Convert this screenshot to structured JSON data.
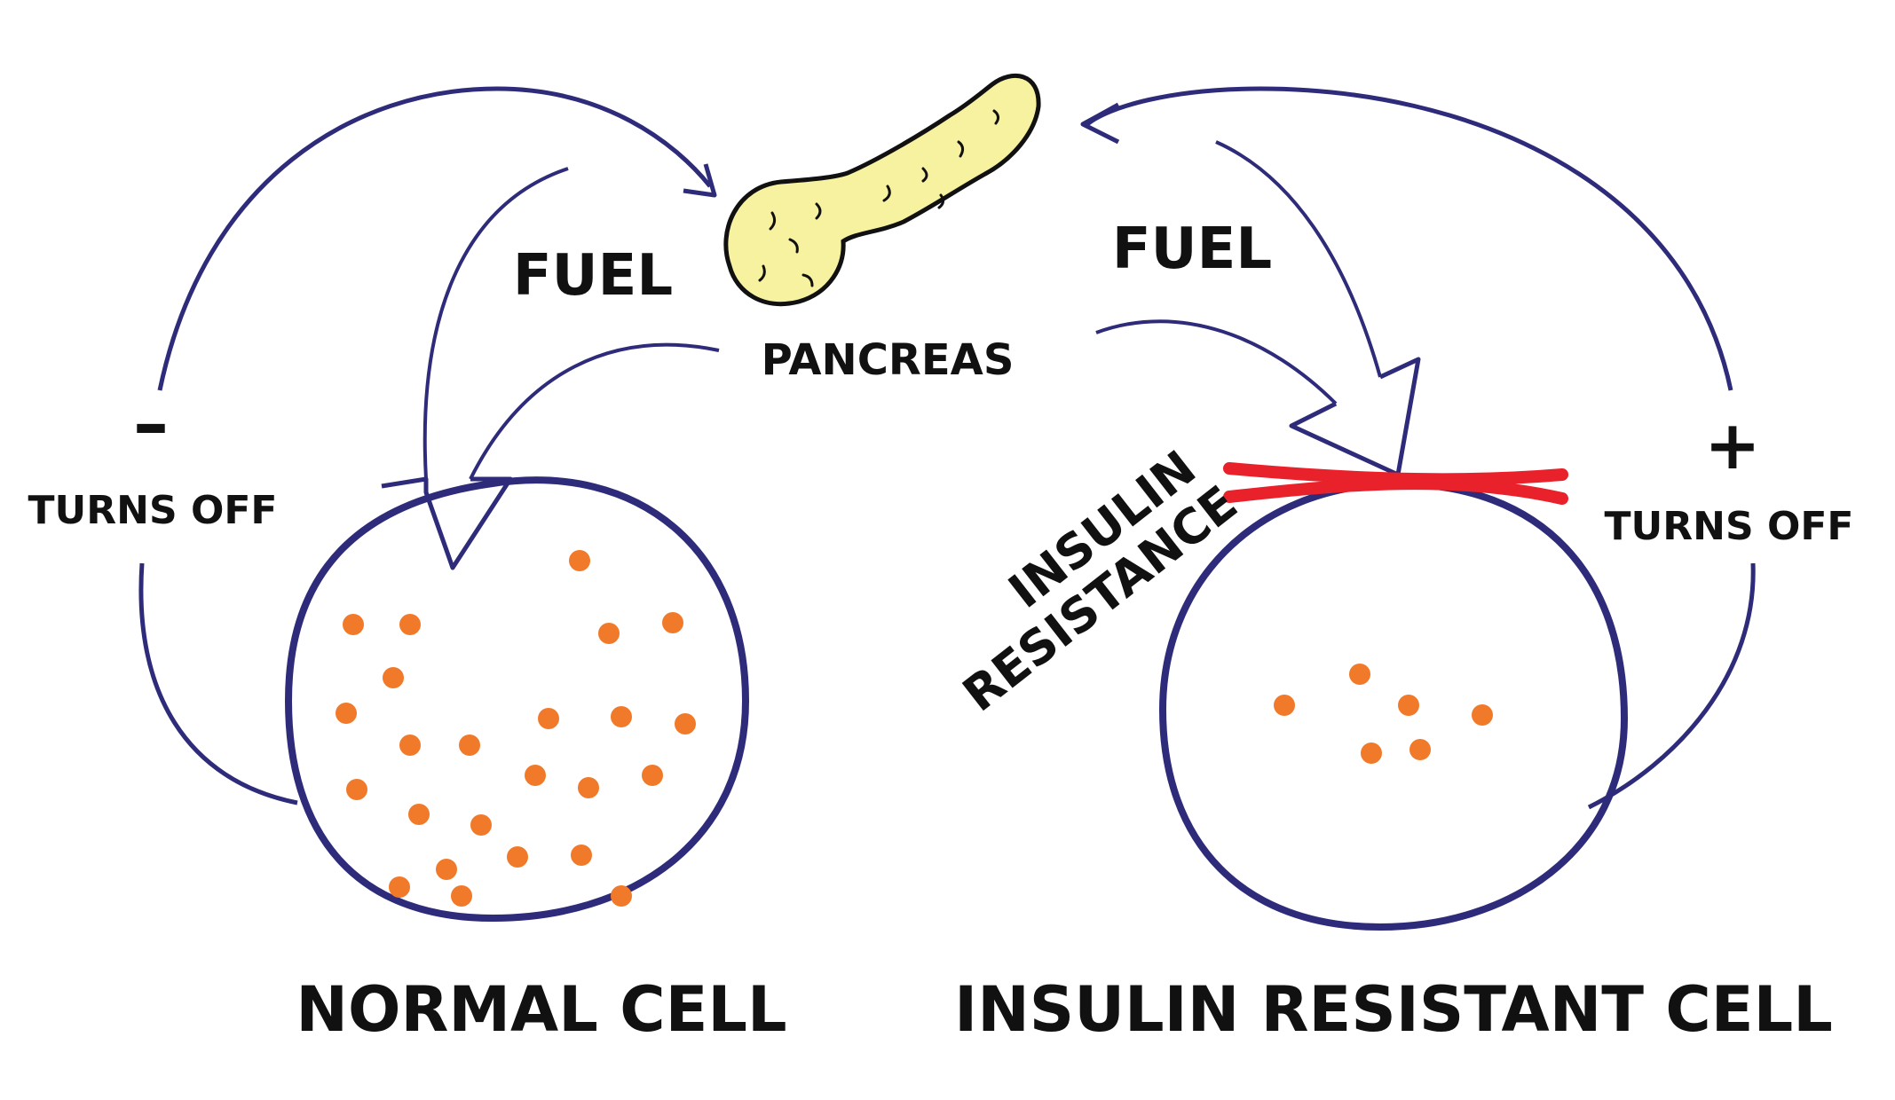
{
  "colors": {
    "arrow": "#2e2c7a",
    "cell_outline": "#2e2c7a",
    "granule": "#f07a2a",
    "resistance": "#e8212a",
    "pancreas_fill": "#f7f2a0",
    "text": "#111111"
  },
  "labels": {
    "pancreas": "PANCREAS",
    "fuel_left": "FUEL",
    "fuel_right": "FUEL",
    "sign_left": "–",
    "sign_right": "+",
    "turns_off_left": "TURNS OFF",
    "turns_off_right": "TURNS OFF",
    "insulin": "INSULIN",
    "resistance": "RESISTANCE",
    "normal_cell": "NORMAL CELL",
    "resistant_cell": "INSULIN RESISTANT CELL"
  },
  "granules": {
    "normal_cell_count": 24,
    "resistant_cell_count": 6
  }
}
